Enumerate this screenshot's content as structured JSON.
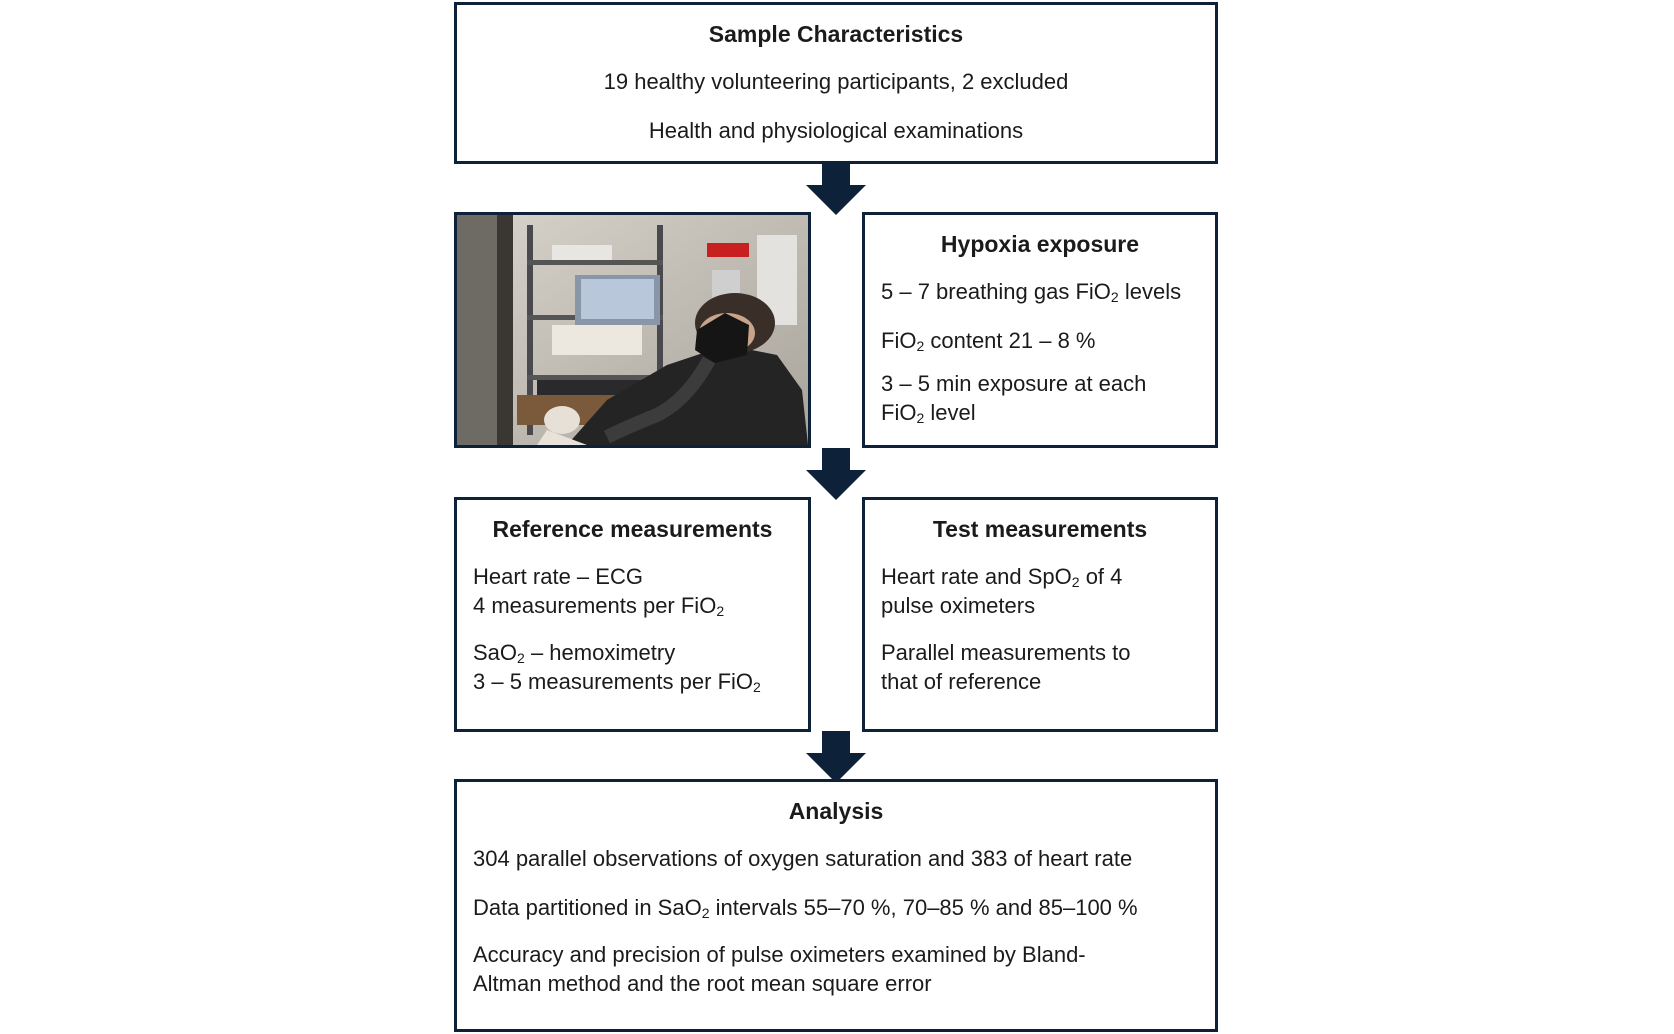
{
  "sample": {
    "title": "Sample Characteristics",
    "line1": "19 healthy volunteering participants, 2 excluded",
    "line2": "Health and physiological examinations"
  },
  "photo": {
    "description_icon": "participant-with-oxygen-mask-photo"
  },
  "hypoxia": {
    "title": "Hypoxia exposure",
    "l1a": "5 – 7 breathing gas FiO",
    "l1sub": "2",
    "l1b": " levels",
    "l2a": "FiO",
    "l2sub": "2",
    "l2b": " content 21 – 8 %",
    "l3a": "3 – 5 min exposure at each",
    "l3b": "FiO",
    "l3sub": "2",
    "l3c": " level"
  },
  "reference": {
    "title": "Reference measurements",
    "l1": "Heart rate – ECG",
    "l2a": "4 measurements per FiO",
    "l2sub": "2",
    "l3a": "SaO",
    "l3sub": "2",
    "l3b": " – hemoximetry",
    "l4a": "3 – 5 measurements per FiO",
    "l4sub": "2"
  },
  "test": {
    "title": "Test measurements",
    "l1a": "Heart rate and SpO",
    "l1sub": "2",
    "l1b": " of 4",
    "l2": "pulse oximeters",
    "l3": "Parallel measurements to",
    "l4": "that of reference"
  },
  "analysis": {
    "title": "Analysis",
    "l1": "304 parallel observations of oxygen saturation and 383 of heart rate",
    "l2a": "Data partitioned in SaO",
    "l2sub": "2",
    "l2b": " intervals 55–70 %, 70–85 % and 85–100 %",
    "l3": "Accuracy and precision of pulse oximeters examined by Bland-",
    "l4": "Altman method and the root mean square error"
  },
  "colors": {
    "border": "#0d2238",
    "arrow": "#0d2238"
  }
}
